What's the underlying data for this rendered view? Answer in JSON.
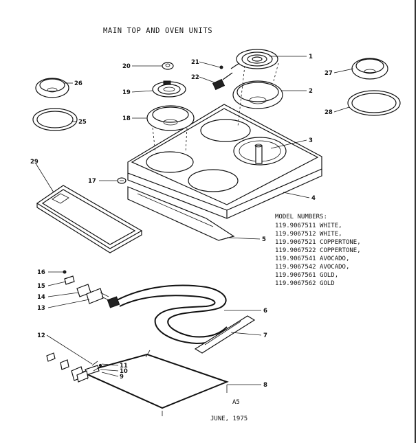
{
  "title": "MAIN TOP AND OVEN UNITS",
  "page_number": "A5",
  "date": "JUNE, 1975",
  "model_numbers": {
    "heading": "MODEL NUMBERS:",
    "rows": [
      "119.9067511 WHITE,",
      "119.9067512 WHITE,",
      "119.9067521 COPPERTONE,",
      "119.9067522 COPPERTONE,",
      "119.9067541 AVOCADO,",
      "119.9067542 AVOCADO,",
      "119.9067561 GOLD,",
      "119.9067562 GOLD"
    ]
  },
  "callouts": {
    "c1": "1",
    "c2": "2",
    "c3": "3",
    "c4": "4",
    "c5": "5",
    "c6": "6",
    "c7": "7",
    "c8": "8",
    "c9": "9",
    "c10": "10",
    "c11": "11",
    "c12": "12",
    "c13": "13",
    "c14": "14",
    "c15": "15",
    "c16": "16",
    "c17": "17",
    "c18": "18",
    "c19": "19",
    "c20": "20",
    "c21": "21",
    "c22": "22",
    "c25": "25",
    "c26": "26",
    "c27": "27",
    "c28": "28",
    "c29": "29"
  }
}
